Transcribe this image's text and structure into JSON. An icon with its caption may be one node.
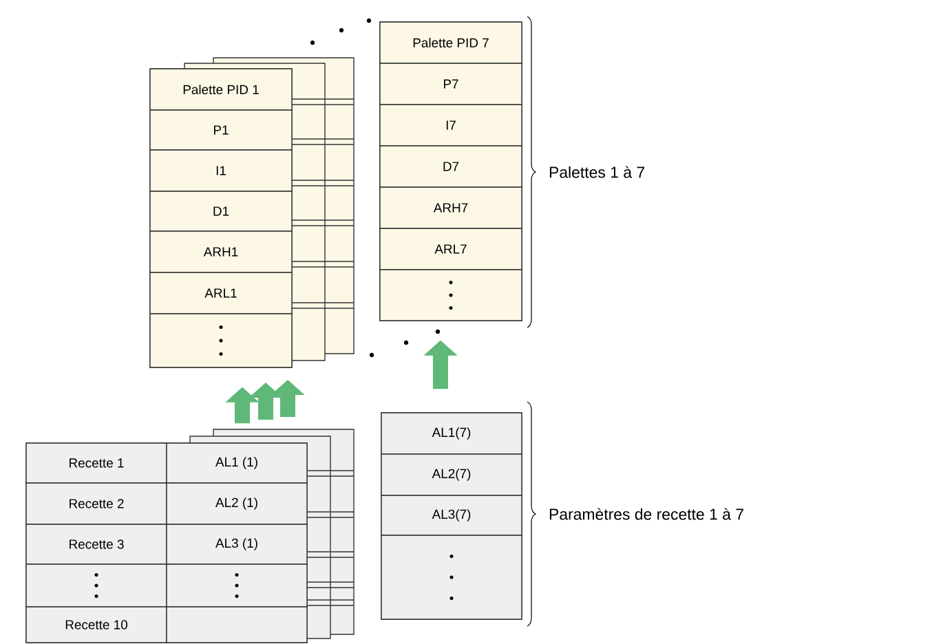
{
  "diagram": {
    "nodes": [
      {
        "text": [
          "Palette PID 1",
          "P1",
          "I1",
          "D1",
          "ARH1",
          "ARL1"
        ]
      },
      {
        "text": [
          "Palette PID 7",
          "P7",
          "I7",
          "D7",
          "ARH7",
          "ARL7"
        ]
      },
      {
        "text": [
          "Recette 1",
          "AL1 (1)",
          "Recette 2",
          "AL2 (1)",
          "Recette 3",
          "AL3 (1)",
          "Recette 10"
        ]
      },
      {
        "text": [
          "AL1(7)",
          "AL2(7)",
          "AL3(7)"
        ]
      }
    ],
    "edges": [
      {
        "from": 2,
        "to": 0,
        "arrow": "to"
      },
      {
        "from": 3,
        "to": 1,
        "arrow": "to"
      }
    ],
    "labels": [
      "Palettes 1 à 7",
      "Paramètres de recette 1 à 7"
    ]
  }
}
